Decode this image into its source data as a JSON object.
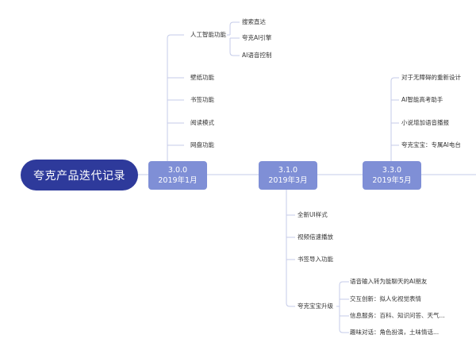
{
  "title": "夸克产品迭代记录",
  "versions": [
    {
      "version": "3.0.0",
      "date": "2019年1月",
      "features": [
        {
          "label": "人工智能功能",
          "children": [
            "搜索直达",
            "夸克AI引擎",
            "AI语音控制"
          ]
        },
        {
          "label": "壁纸功能"
        },
        {
          "label": "书签功能"
        },
        {
          "label": "阅读模式"
        },
        {
          "label": "网盘功能"
        }
      ]
    },
    {
      "version": "3.1.0",
      "date": "2019年3月",
      "features": [
        {
          "label": "全新UI样式"
        },
        {
          "label": "视频倍速播放"
        },
        {
          "label": "书签导入功能"
        },
        {
          "label": "夸克宝宝升级",
          "children": [
            "语音输入转为能聊天的AI朋友",
            "交互创新：拟人化视觉表情",
            "信息服务：百科、知识问答、天气...",
            "趣味对话：角色扮演，土味情话..."
          ]
        }
      ]
    },
    {
      "version": "3.3.0",
      "date": "2019年5月",
      "features": [
        {
          "label": "对于无障碍的重新设计"
        },
        {
          "label": "AI智能高考助手"
        },
        {
          "label": "小说增加语音播报"
        },
        {
          "label": "夸克宝宝：专属AI电台"
        }
      ]
    }
  ],
  "colors": {
    "root": "#2e3a9b",
    "version": "#7f8fd6",
    "line": "#c5cbe8"
  }
}
